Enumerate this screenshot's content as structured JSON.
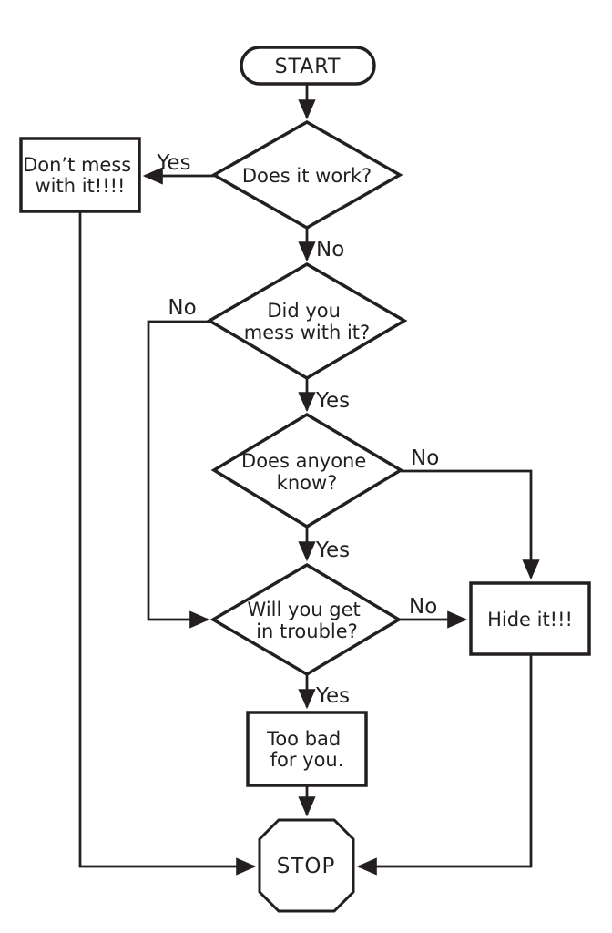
{
  "diagram": {
    "type": "flowchart",
    "colors": {
      "line": "#231f20",
      "background": "#ffffff"
    },
    "nodes": {
      "start": {
        "label": "START",
        "shape": "stadium"
      },
      "does_it_work": {
        "label": "Does it work?",
        "shape": "diamond"
      },
      "dont_mess": {
        "line1": "Don’t mess",
        "line2": "with it!!!!",
        "shape": "rect"
      },
      "did_you_mess": {
        "line1": "Did you",
        "line2": "mess with it?",
        "shape": "diamond"
      },
      "does_anyone_know": {
        "line1": "Does anyone",
        "line2": "know?",
        "shape": "diamond"
      },
      "will_you_get": {
        "line1": "Will you get",
        "line2": "in trouble?",
        "shape": "diamond"
      },
      "hide_it": {
        "label": "Hide it!!!",
        "shape": "rect"
      },
      "too_bad": {
        "line1": "Too bad",
        "line2": "for you.",
        "shape": "rect"
      },
      "stop": {
        "label": "STOP",
        "shape": "octagon"
      }
    },
    "edge_labels": {
      "does_it_work_yes": "Yes",
      "does_it_work_no": "No",
      "did_you_mess_no": "No",
      "did_you_mess_yes": "Yes",
      "does_anyone_know_no": "No",
      "does_anyone_know_yes": "Yes",
      "will_you_get_no": "No",
      "will_you_get_yes": "Yes"
    }
  }
}
